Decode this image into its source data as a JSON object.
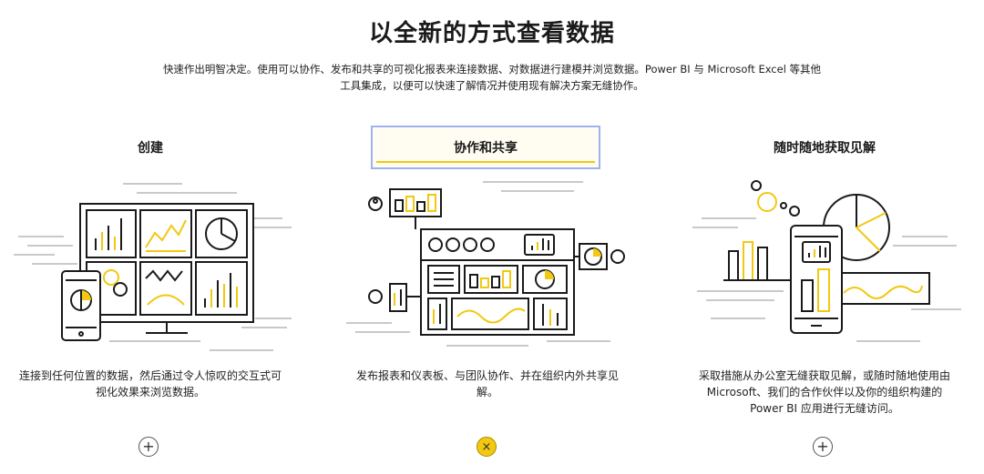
{
  "header": {
    "title": "以全新的方式查看数据",
    "subtitle": "快速作出明智决定。使用可以协作、发布和共享的可视化报表来连接数据、对数据进行建模并浏览数据。Power BI 与 Microsoft Excel 等其他工具集成，以便可以快速了解情况并使用现有解决方案无缝协作。"
  },
  "features": [
    {
      "label": "创建",
      "description": "连接到任何位置的数据，然后通过令人惊叹的交互式可视化效果来浏览数据。",
      "toggle": "+",
      "selected": false
    },
    {
      "label": "协作和共享",
      "description": "发布报表和仪表板、与团队协作、并在组织内外共享见解。",
      "toggle": "×",
      "selected": true
    },
    {
      "label": "随时随地获取见解",
      "description": "采取措施从办公室无缝获取见解，或随时随地使用由 Microsoft、我们的合作伙伴以及你的组织构建的 Power BI 应用进行无缝访问。",
      "toggle": "+",
      "selected": false
    }
  ],
  "colors": {
    "accent": "#f2c811",
    "selected_border": "#9db3f0",
    "ink": "#1a1a1a"
  }
}
